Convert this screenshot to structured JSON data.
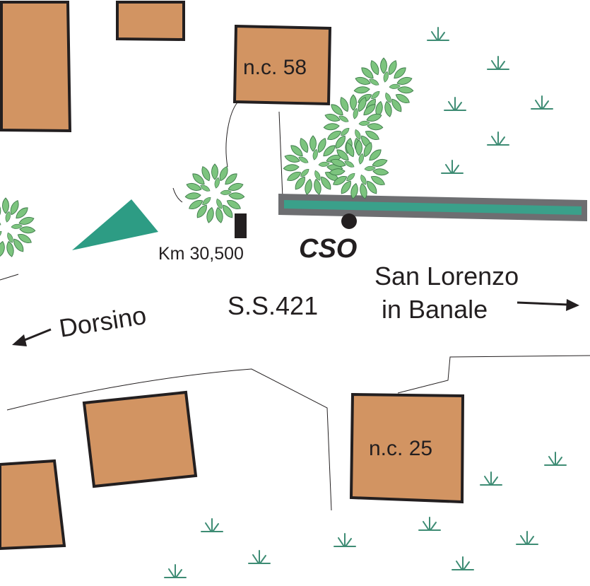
{
  "map": {
    "buildings": [
      {
        "label": "n.c. 58"
      },
      {
        "label": "n.c. 25"
      }
    ],
    "road": {
      "name": "S.S.421",
      "km_marker": "Km 30,500"
    },
    "point": {
      "label": "CSO"
    },
    "directions": {
      "west": "Dorsino",
      "east_line1": "San Lorenzo",
      "east_line2": "in Banale"
    }
  },
  "colors": {
    "building_fill": "#d29462",
    "building_stroke": "#231f20",
    "foliage": "#7cc47e",
    "foliage_dark": "#3d7a4a",
    "grass": "#3e8c74",
    "channel": "#3aa08a",
    "channel_edge": "#6d6e71",
    "triangle": "#2d9c84"
  }
}
